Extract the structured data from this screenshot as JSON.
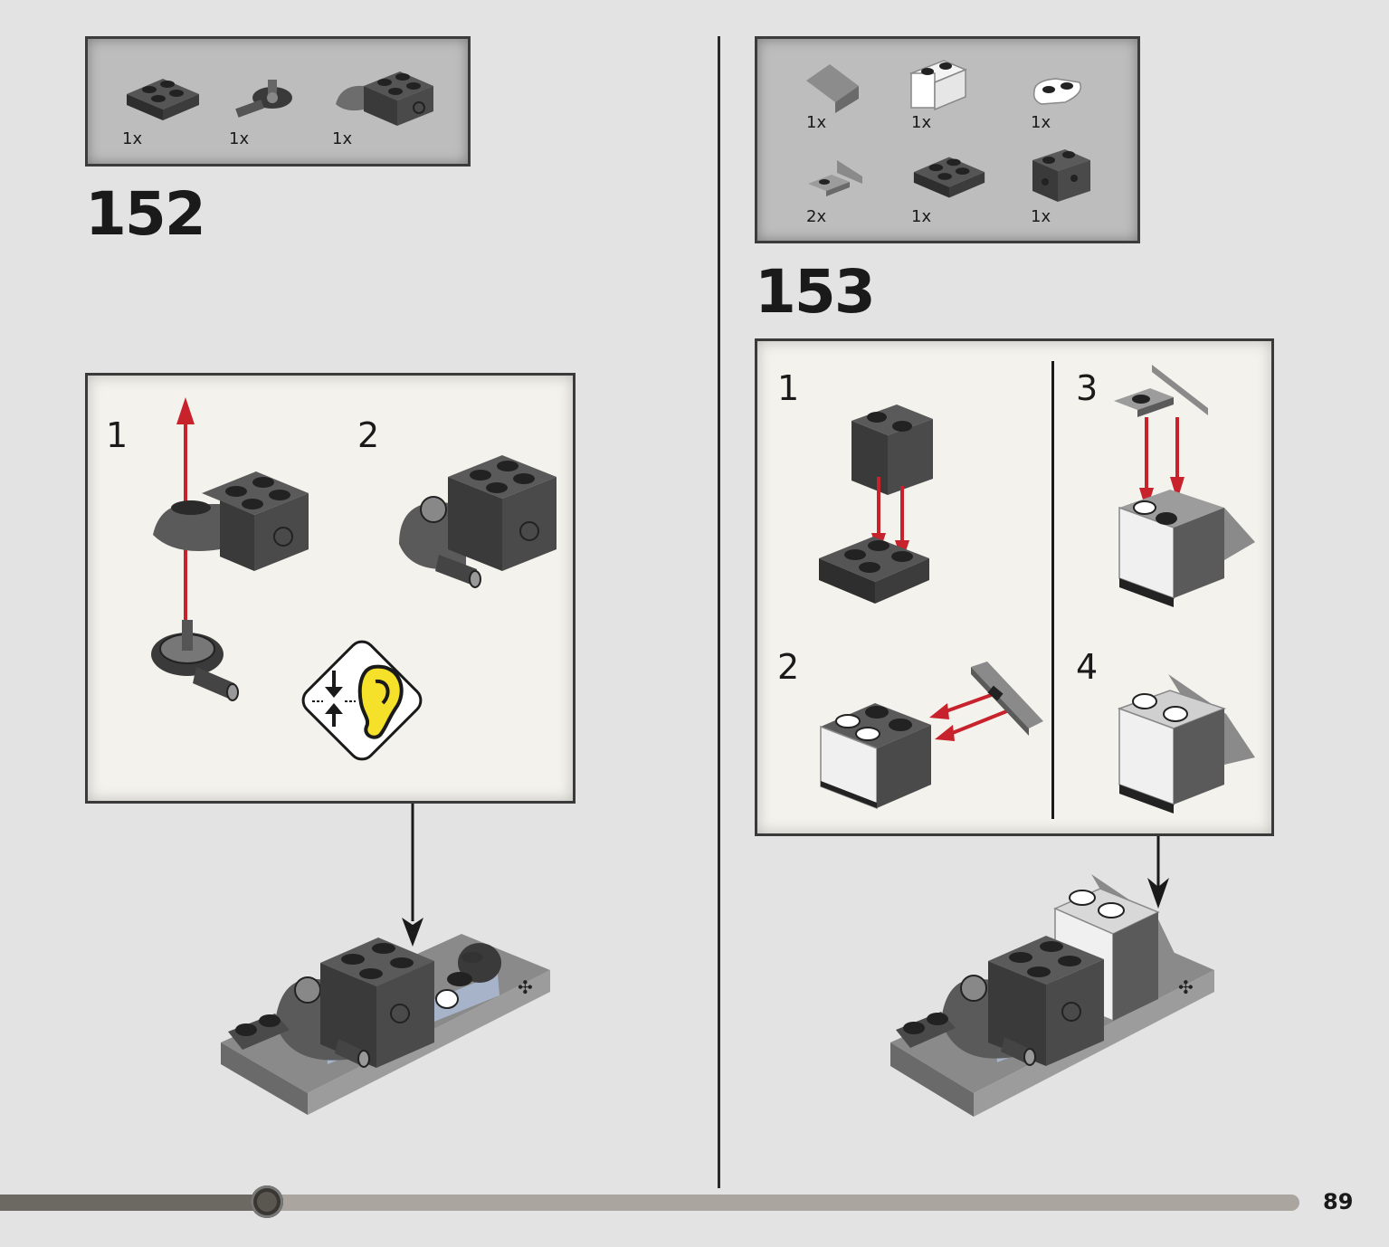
{
  "step_152": {
    "number": "152",
    "parts": [
      {
        "qty": "1x",
        "icon": "plate-2x2-dark-gray"
      },
      {
        "qty": "1x",
        "icon": "turntable-base-dark-gray"
      },
      {
        "qty": "1x",
        "icon": "brick-2x2-with-hole-dark-gray"
      }
    ],
    "substeps": [
      {
        "number": "1"
      },
      {
        "number": "2"
      }
    ],
    "callout_icon": "click-sound-ear-icon"
  },
  "step_153": {
    "number": "153",
    "parts": [
      {
        "qty": "1x",
        "icon": "slope-gray"
      },
      {
        "qty": "1x",
        "icon": "brick-1x2-rounded-white"
      },
      {
        "qty": "1x",
        "icon": "plate-1x2-rounded-white"
      },
      {
        "qty": "2x",
        "icon": "bracket-gray"
      },
      {
        "qty": "1x",
        "icon": "plate-2x2-dark-gray"
      },
      {
        "qty": "1x",
        "icon": "brick-1x2-dark-gray"
      }
    ],
    "substeps": [
      {
        "number": "1"
      },
      {
        "number": "2"
      },
      {
        "number": "3"
      },
      {
        "number": "4"
      }
    ]
  },
  "progress": {
    "fraction": 0.19
  },
  "page_number": "89",
  "colors": {
    "background": "#e3e3e3",
    "parts_box": "#bdbdbd",
    "sub_box": "#f3f2ec",
    "arrow_red": "#c8222c",
    "brick_dark": "#4a4a4a",
    "brick_light": "#9c9c9c",
    "callout_yellow": "#f5e02a"
  }
}
